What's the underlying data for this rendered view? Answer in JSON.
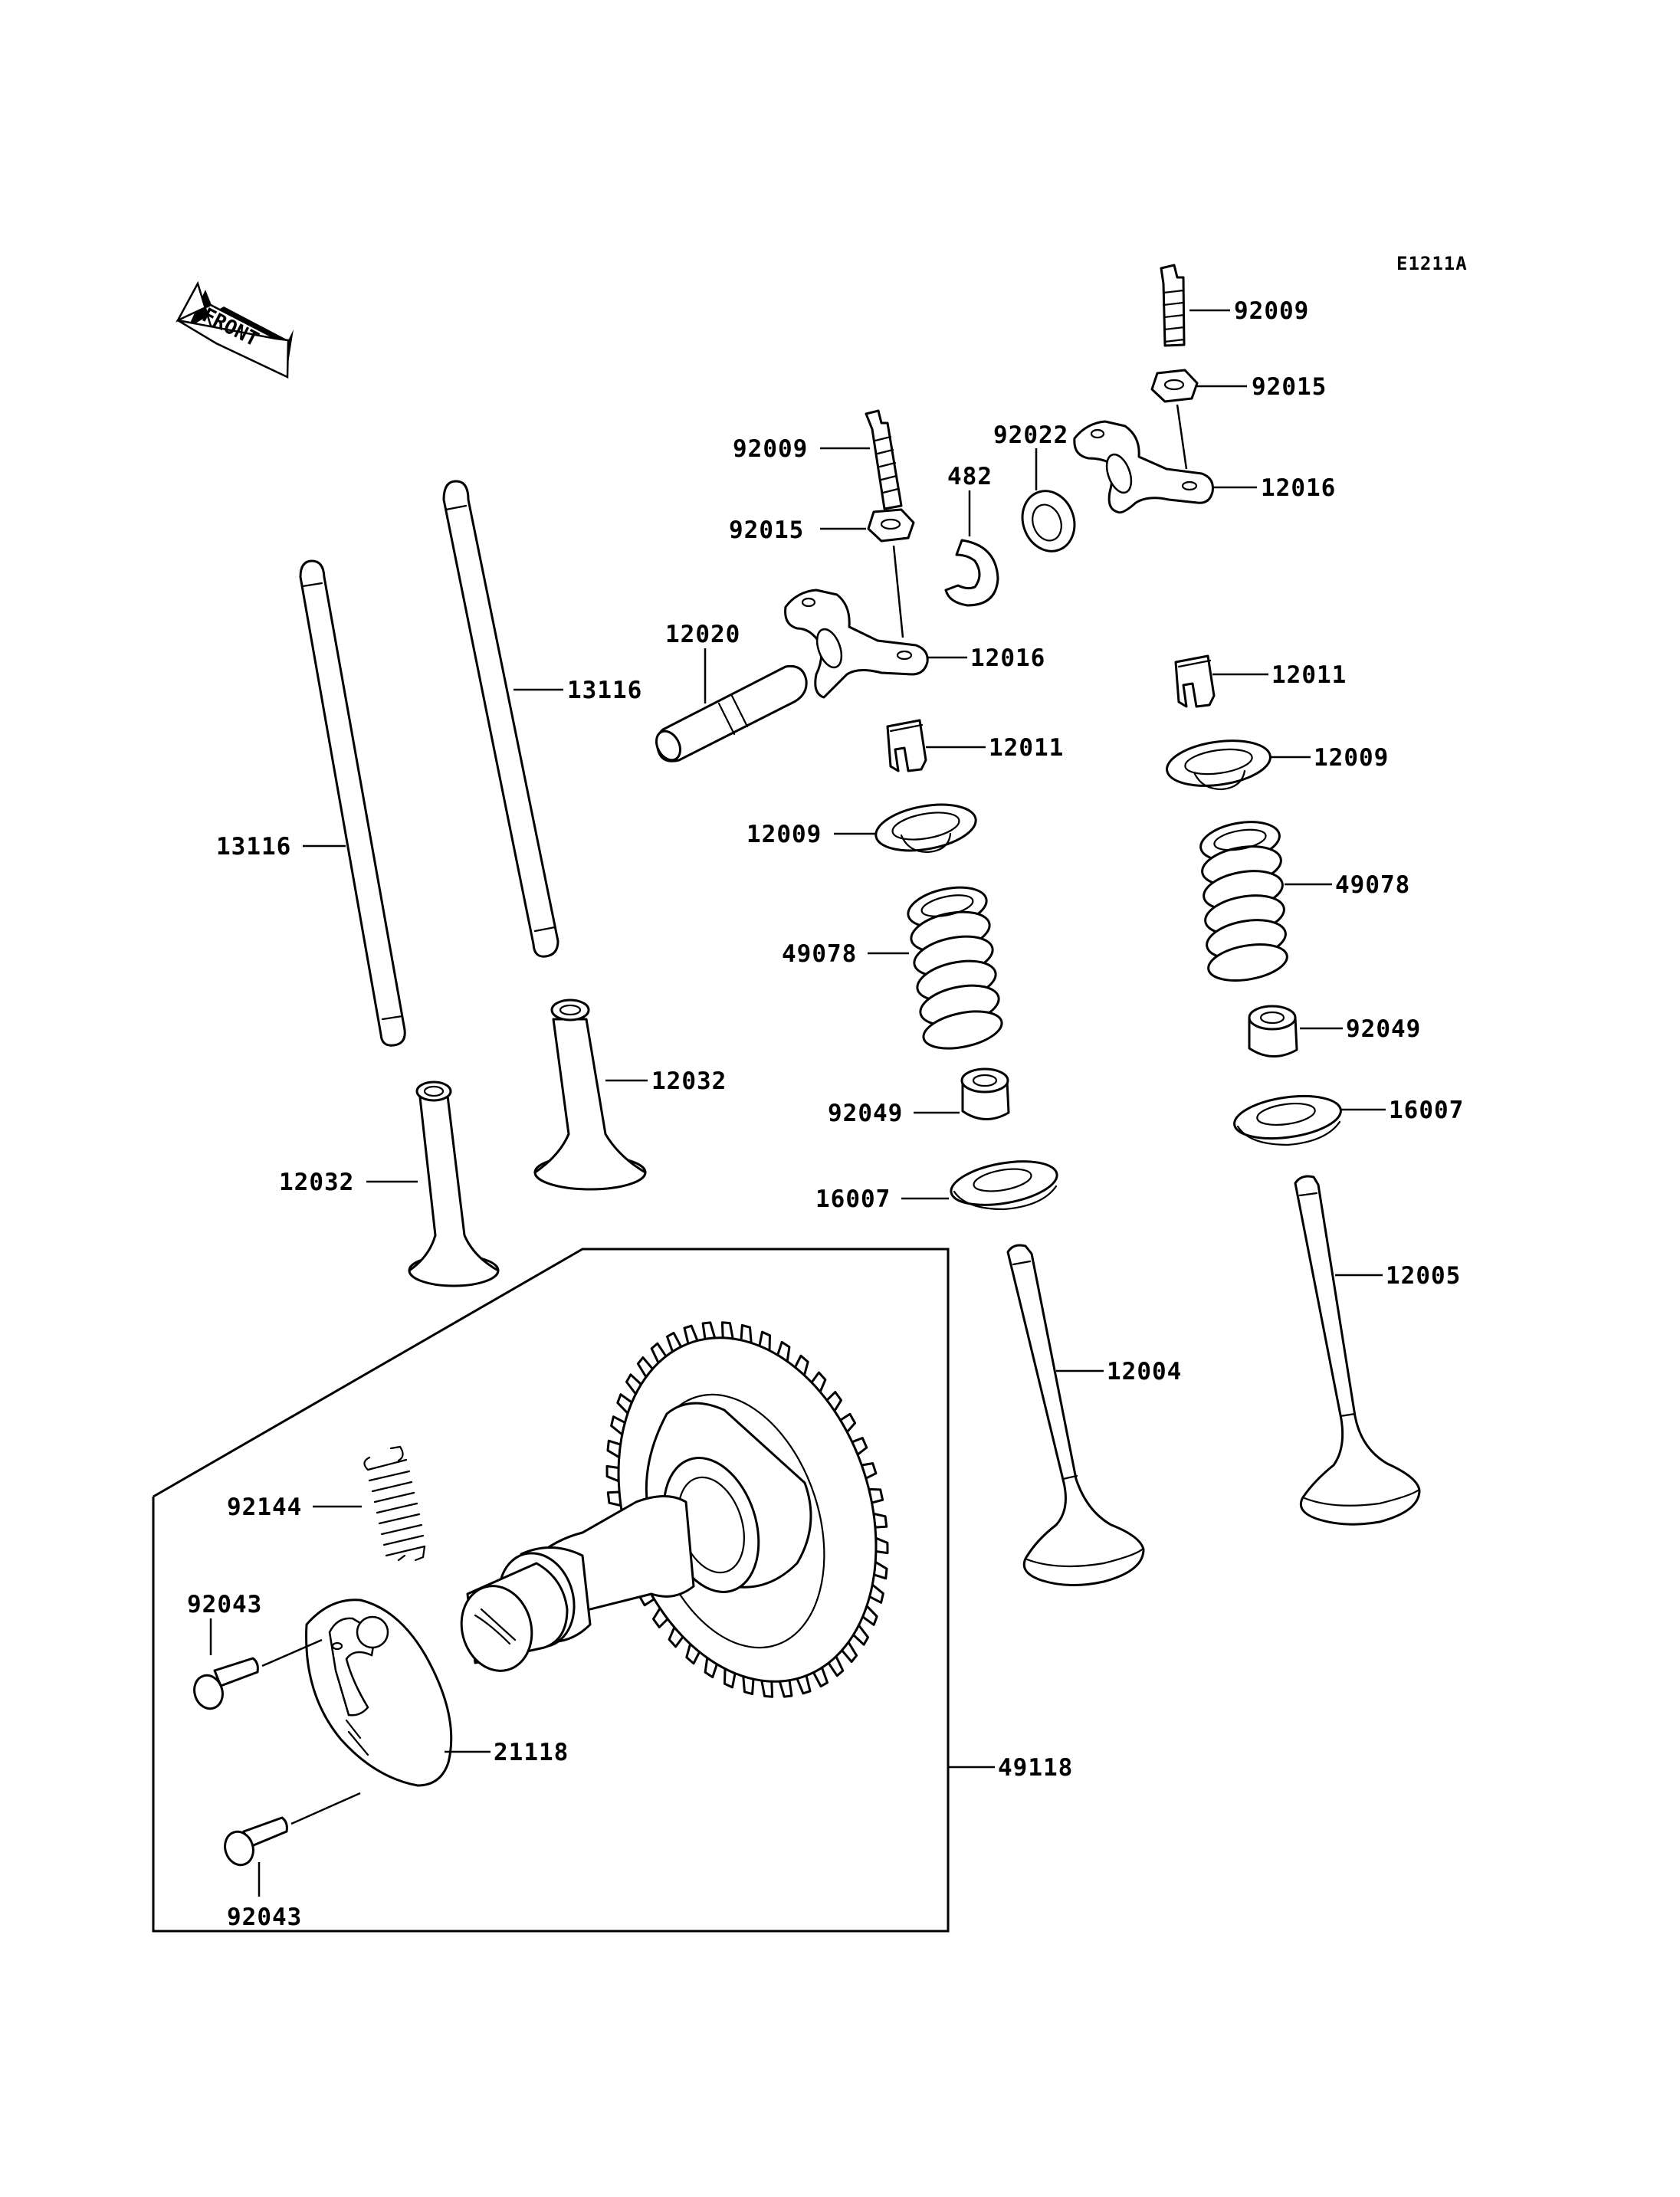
{
  "diagram_code": "E1211A",
  "direction_label": "FRONT",
  "parts": {
    "adjusting_screw_front": "92009",
    "adjusting_screw_rear": "92009",
    "nut_front": "92015",
    "nut_rear": "92015",
    "washer": "92022",
    "circlip": "482",
    "rocker_arm_front": "12016",
    "rocker_arm_rear": "12016",
    "rocker_shaft": "12020",
    "push_rod_long": "13116",
    "push_rod_short": "13116",
    "keeper_front": "12011",
    "keeper_rear": "12011",
    "retainer_front": "12009",
    "retainer_rear": "12009",
    "spring_front": "49078",
    "spring_rear": "49078",
    "seal_front": "92049",
    "seal_rear": "92049",
    "seat_front": "16007",
    "seat_rear": "16007",
    "tappet_left": "12032",
    "tappet_right": "12032",
    "intake_valve": "12004",
    "exhaust_valve": "12005",
    "decompressor_spring": "92144",
    "bolt_upper": "92043",
    "bolt_lower": "92043",
    "decompressor_weight": "21118",
    "camshaft_assembly": "49118"
  }
}
